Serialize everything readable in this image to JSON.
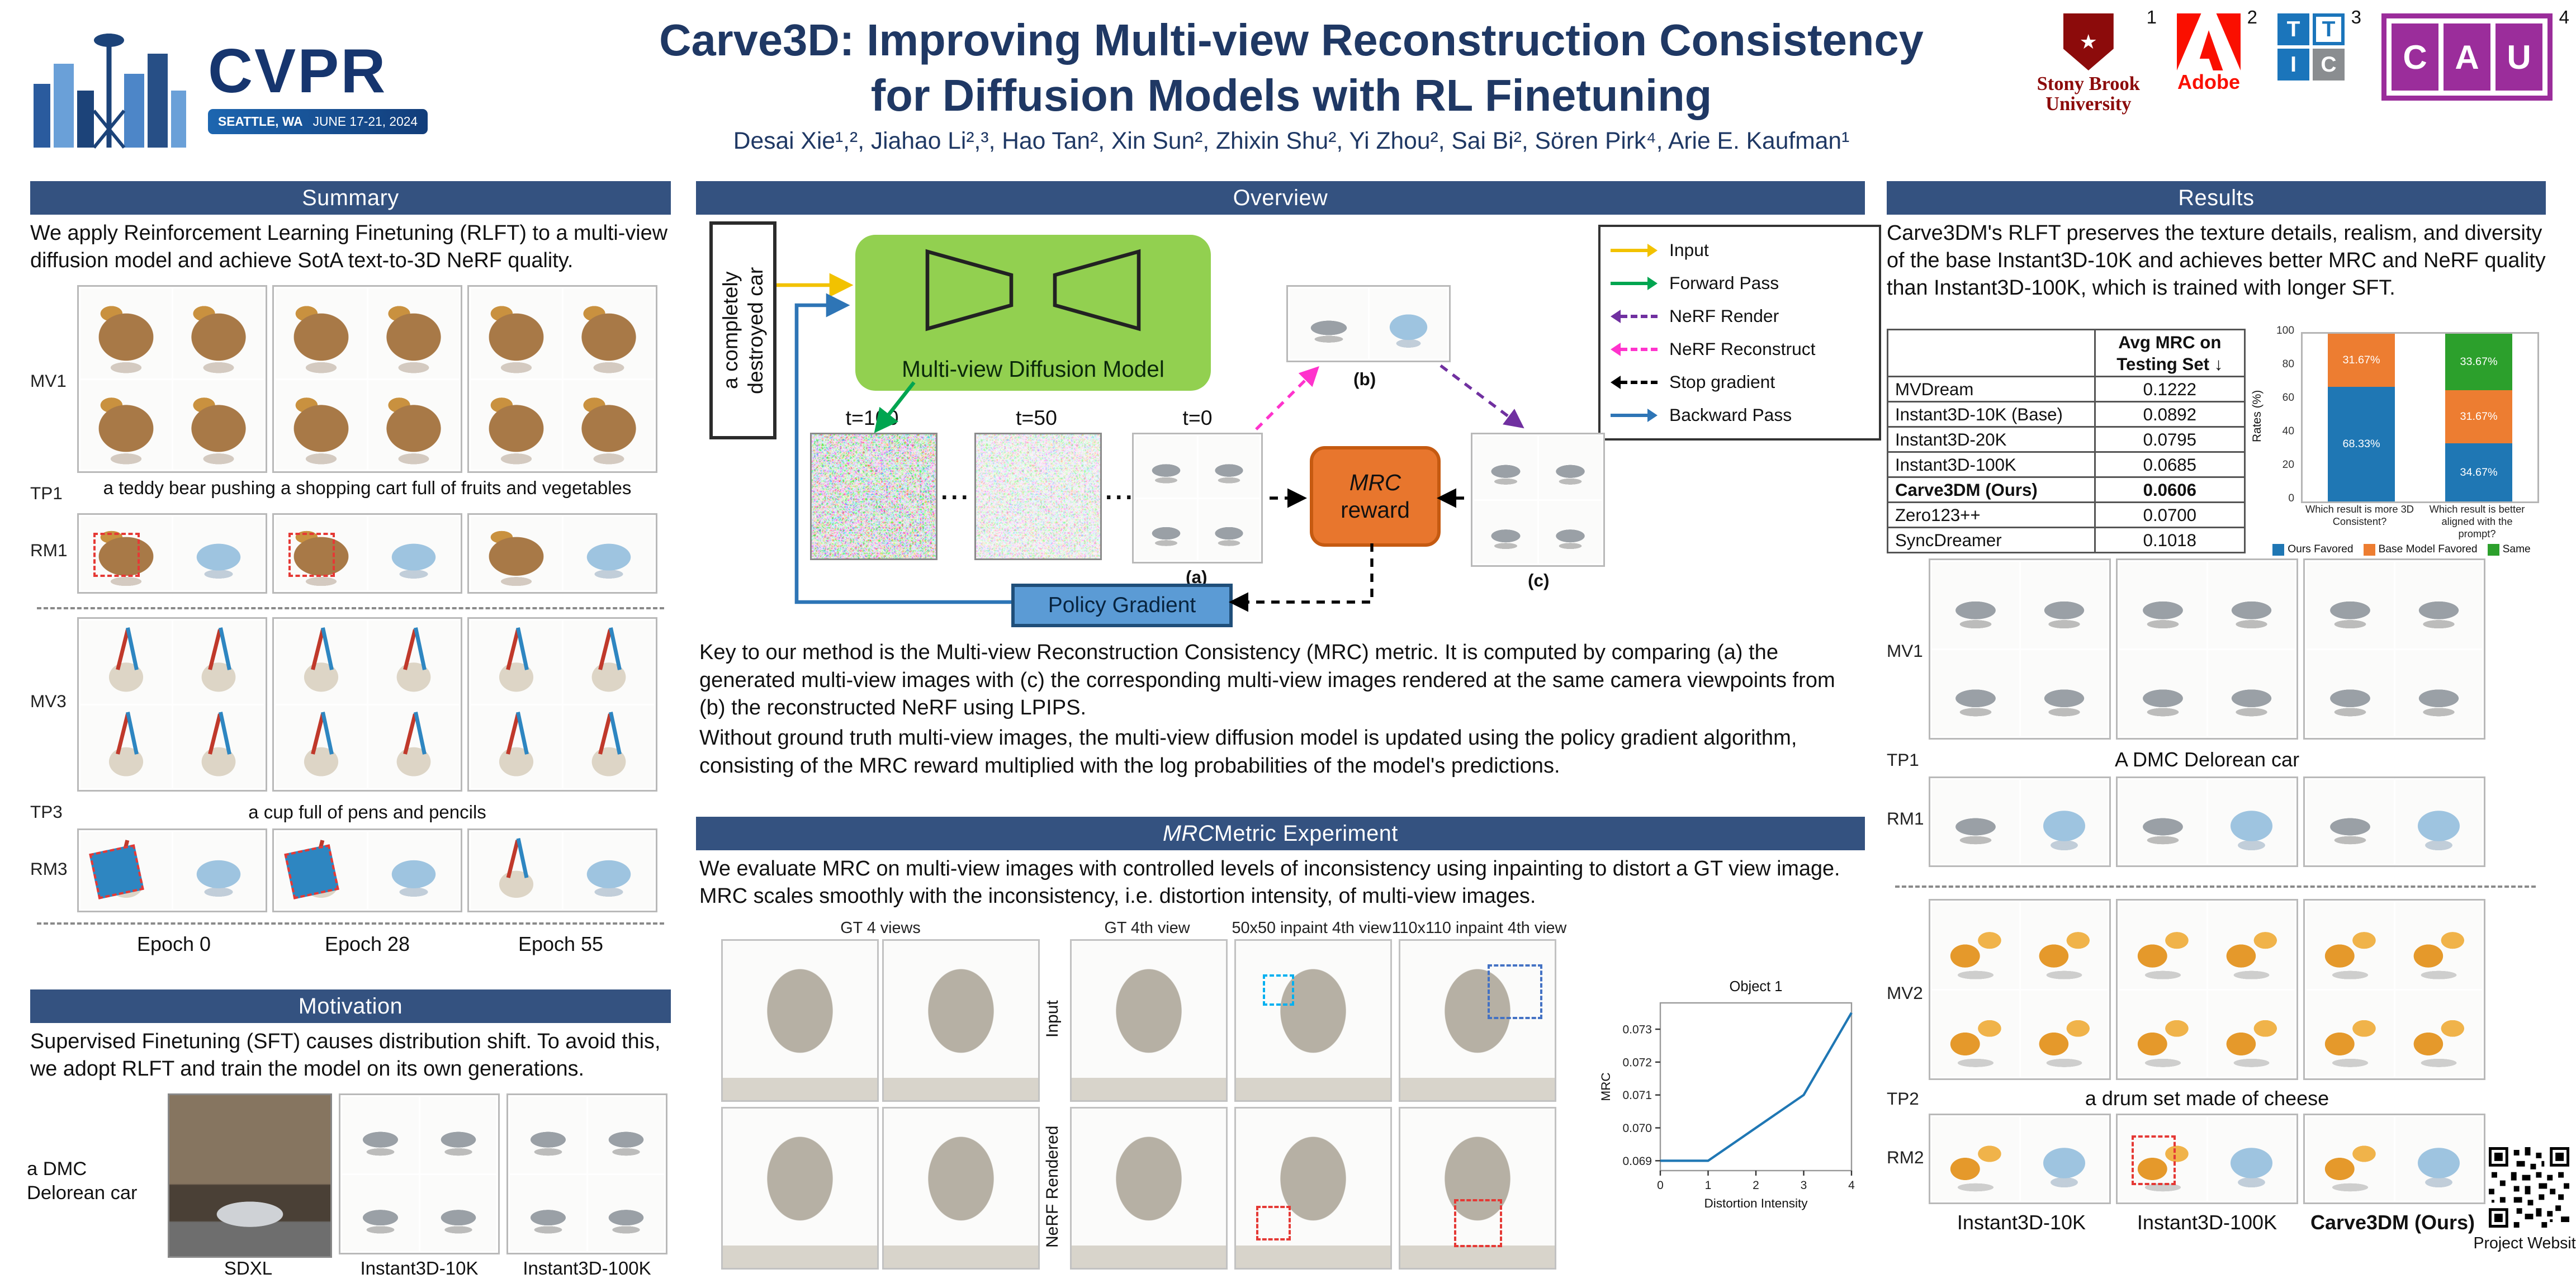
{
  "chart_data": [
    {
      "type": "line",
      "title": "Object 1",
      "xlabel": "Distortion Intensity",
      "ylabel": "MRC",
      "x": [
        0,
        1,
        2,
        3,
        4
      ],
      "y": [
        0.069,
        0.069,
        0.07,
        0.071,
        0.0735
      ],
      "xticks": [
        0,
        1,
        2,
        3,
        4
      ],
      "yticks": [
        0.069,
        0.07,
        0.071,
        0.072,
        0.073
      ],
      "ylim": [
        0.0687,
        0.0738
      ],
      "color": "#1f77b4",
      "legend_position": "none",
      "grid": false
    },
    {
      "type": "bar",
      "stacked": true,
      "title": "",
      "ylabel": "Rates (%)",
      "ylim": [
        0,
        100
      ],
      "yticks": [
        0,
        20,
        40,
        60,
        80,
        100
      ],
      "categories": [
        "Which result is more 3D Consistent?",
        "Which result is better aligned with the prompt?"
      ],
      "series": [
        {
          "name": "Ours Favored",
          "color": "#1f77b4",
          "values": [
            68.33,
            34.67
          ]
        },
        {
          "name": "Base Model Favored",
          "color": "#ed7d31",
          "values": [
            31.67,
            31.67
          ]
        },
        {
          "name": "Same",
          "color": "#2ca02c",
          "values": [
            0,
            33.67
          ]
        }
      ],
      "legend_position": "bottom"
    }
  ],
  "header": {
    "cvpr": {
      "acronym": "CVPR",
      "location": "SEATTLE, WA",
      "dates": "JUNE 17-21, 2024"
    },
    "title_line1": "Carve3D: Improving Multi-view Reconstruction Consistency",
    "title_line2": "for Diffusion Models with RL Finetuning",
    "authors": "Desai Xie¹,², Jiahao Li²,³, Hao Tan², Xin Sun², Zhixin Shu², Yi Zhou², Sai Bi², Sören Pirk⁴, Arie E. Kaufman¹",
    "affiliations": [
      {
        "sup": "1",
        "line1": "Stony Brook",
        "line2": "University"
      },
      {
        "sup": "2",
        "name": "Adobe"
      },
      {
        "sup": "3",
        "letters": [
          "T",
          "T",
          "I",
          "C"
        ]
      },
      {
        "sup": "4",
        "letters": [
          "C",
          "A",
          "U"
        ]
      }
    ]
  },
  "summary": {
    "heading": "Summary",
    "text": "We apply Reinforcement Learning Finetuning (RLFT) to a multi-view diffusion model and achieve SotA text-to-3D NeRF quality.",
    "labels": {
      "mv1": "MV1",
      "tp1": "TP1",
      "rm1": "RM1",
      "mv3": "MV3",
      "tp3": "TP3",
      "rm3": "RM3"
    },
    "caption1": "a teddy bear pushing a shopping cart full of fruits and vegetables",
    "caption2": "a cup full of pens and pencils",
    "epochs": [
      "Epoch 0",
      "Epoch 28",
      "Epoch 55"
    ]
  },
  "motivation": {
    "heading": "Motivation",
    "text": "Supervised Finetuning (SFT) causes distribution shift. To avoid this, we adopt RLFT and train the model on its own generations.",
    "prompt": "a DMC Delorean car",
    "labels": [
      "SDXL",
      "Instant3D-10K",
      "Instant3D-100K"
    ]
  },
  "overview": {
    "heading": "Overview",
    "input_text": "a completely destroyed car",
    "model_label": "Multi-view Diffusion Model",
    "timesteps": [
      "t=100",
      "t=50",
      "t=0"
    ],
    "dots": "···",
    "mrc_line1": "MRC",
    "mrc_line2": "reward",
    "policy_label": "Policy Gradient",
    "marks": {
      "a": "(a)",
      "b": "(b)",
      "c": "(c)"
    },
    "legend": [
      {
        "label": "Input",
        "color": "#f2c200",
        "dash": false,
        "dir": "right"
      },
      {
        "label": "Forward Pass",
        "color": "#00a550",
        "dash": false,
        "dir": "right"
      },
      {
        "label": "NeRF Render",
        "color": "#7030a0",
        "dash": true,
        "dir": "left"
      },
      {
        "label": "NeRF Reconstruct",
        "color": "#ff33cc",
        "dash": true,
        "dir": "left"
      },
      {
        "label": "Stop gradient",
        "color": "#000000",
        "dash": true,
        "dir": "left"
      },
      {
        "label": "Backward Pass",
        "color": "#2e75b6",
        "dash": false,
        "dir": "right"
      }
    ],
    "paragraph1": "Key to our method is the Multi-view Reconstruction Consistency (MRC) metric. It is computed by comparing (a) the generated multi-view images with (c) the corresponding multi-view images rendered at the same camera viewpoints from (b) the reconstructed NeRF using LPIPS.",
    "paragraph2": "Without ground truth multi-view images, the multi-view diffusion model is updated using the policy gradient algorithm, consisting of the MRC reward multiplied with the log probabilities of the model's predictions."
  },
  "mrc_experiment": {
    "heading_italic": "MRC",
    "heading_rest": " Metric Experiment",
    "text": "We evaluate MRC on multi-view images with controlled levels of inconsistency using inpainting to distort a GT view image. MRC scales smoothly with the inconsistency, i.e. distortion intensity, of multi-view images.",
    "col_labels": [
      "GT 4 views",
      "GT 4th view",
      "50x50 inpaint 4th view",
      "110x110 inpaint 4th view"
    ],
    "row_labels": [
      "Input",
      "NeRF Rendered"
    ]
  },
  "results": {
    "heading": "Results",
    "text": "Carve3DM's RLFT preserves the texture details, realism, and diversity of the base Instant3D-10K and achieves better MRC and NeRF quality than Instant3D-100K, which is trained with longer SFT.",
    "table": {
      "header": "Avg MRC on Testing Set ↓",
      "rows": [
        [
          "MVDream",
          "0.1222"
        ],
        [
          "Instant3D-10K (Base)",
          "0.0892"
        ],
        [
          "Instant3D-20K",
          "0.0795"
        ],
        [
          "Instant3D-100K",
          "0.0685"
        ],
        [
          "Carve3DM (Ours)",
          "0.0606"
        ],
        [
          "Zero123++",
          "0.0700"
        ],
        [
          "SyncDreamer",
          "0.1018"
        ]
      ]
    },
    "labels": {
      "mv1": "MV1",
      "tp1": "TP1",
      "rm1": "RM1",
      "mv2": "MV2",
      "tp2": "TP2",
      "rm2": "RM2"
    },
    "caption1": "A DMC Delorean car",
    "caption2": "a drum set made of cheese",
    "col_labels": [
      "Instant3D-10K",
      "Instant3D-100K",
      "Carve3DM (Ours)"
    ],
    "qr_label": "Project Website"
  }
}
